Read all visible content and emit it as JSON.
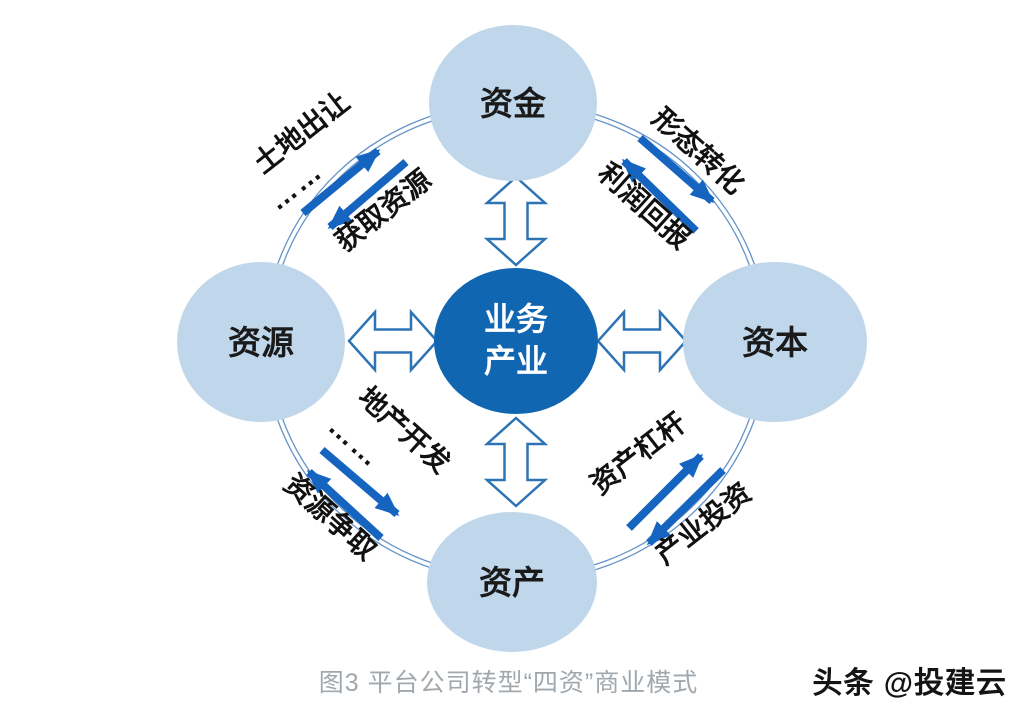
{
  "diagram": {
    "center": {
      "line1": "业务",
      "line2": "产业"
    },
    "nodes": {
      "top": {
        "label": "资金"
      },
      "right": {
        "label": "资本"
      },
      "bottom": {
        "label": "资产"
      },
      "left": {
        "label": "资源"
      }
    },
    "flows": {
      "top_left": {
        "outer_label": "土地出让",
        "dots": "……",
        "inner_label": "获取资源"
      },
      "top_right": {
        "outer_label": "形态转化",
        "inner_label": "利润回报"
      },
      "bottom_left": {
        "inner_label": "地产开发",
        "dots": "……",
        "outer_label": "资源争取"
      },
      "bottom_right": {
        "inner_label": "资产杠杆",
        "outer_label": "产业投资"
      }
    }
  },
  "caption": "图3 平台公司转型“四资”商业模式",
  "watermark": "头条 @投建云",
  "colors": {
    "satellite_fill": "#bfd6eb",
    "center_fill": "#1166b2",
    "solid_arrow": "#1565c0",
    "hollow_arrow_stroke": "#2e74b5",
    "ring_stroke": "#6493c8",
    "label_text": "#111111",
    "center_text": "#ffffff",
    "caption_text": "#a0a8ae",
    "watermark_text": "#141414"
  }
}
